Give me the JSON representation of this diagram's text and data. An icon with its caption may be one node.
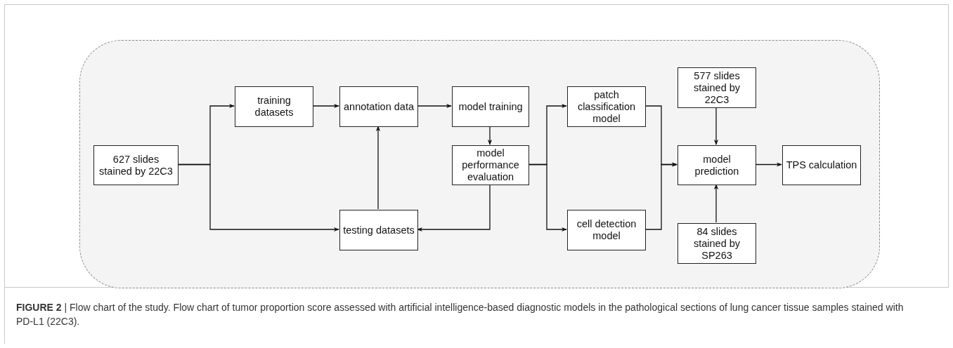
{
  "diagram": {
    "caption": "**FIGURE 2** | Flow chart of the study. Flow chart of tumor proportion score assessed with artificial intelligence-based diagnostic models in the pathological sections of lung cancer tissue samples stained with PD-L1 (22C3).",
    "nodes": [
      {
        "text": [],
        "shape": "box"
      },
      {
        "text": [
          "627 slides stained by 22C3"
        ],
        "in": 0
      },
      {
        "text": [
          "training datasets"
        ],
        "in": 0
      },
      {
        "text": [
          "annotation data"
        ],
        "in": 0
      },
      {
        "text": [
          "model training"
        ],
        "in": 0
      },
      {
        "text": [
          "model performance evaluation"
        ],
        "in": 0
      },
      {
        "text": [
          "testing datasets"
        ],
        "in": 0
      },
      {
        "text": [
          "patch classification model"
        ],
        "in": 0
      },
      {
        "text": [
          "cell detection model"
        ],
        "in": 0
      },
      {
        "text": [
          "577 slides stained by 22C3"
        ],
        "in": 0
      },
      {
        "text": [
          "model prediction"
        ],
        "in": 0
      },
      {
        "text": [
          "84 slides stained by SP263"
        ],
        "in": 0
      },
      {
        "text": [
          "TPS calculation"
        ],
        "in": 0
      }
    ],
    "edges": [
      {
        "from": 1,
        "to": 2,
        "arrow": "to"
      },
      {
        "from": 1,
        "to": 6,
        "arrow": "to"
      },
      {
        "from": 2,
        "to": 3,
        "arrow": "to"
      },
      {
        "from": 3,
        "to": 4,
        "arrow": "to"
      },
      {
        "from": 4,
        "to": 5,
        "arrow": "to"
      },
      {
        "from": 5,
        "to": 6,
        "arrow": "to"
      },
      {
        "from": 6,
        "to": 3,
        "arrow": "to"
      },
      {
        "from": 5,
        "to": 7,
        "arrow": "to"
      },
      {
        "from": 5,
        "to": 8,
        "arrow": "to"
      },
      {
        "from": 7,
        "to": 10,
        "arrow": "to"
      },
      {
        "from": 8,
        "to": 10,
        "arrow": "to"
      },
      {
        "from": 9,
        "to": 10,
        "arrow": "to"
      },
      {
        "from": 11,
        "to": 10,
        "arrow": "to"
      },
      {
        "from": 10,
        "to": 12,
        "arrow": "to"
      }
    ]
  }
}
